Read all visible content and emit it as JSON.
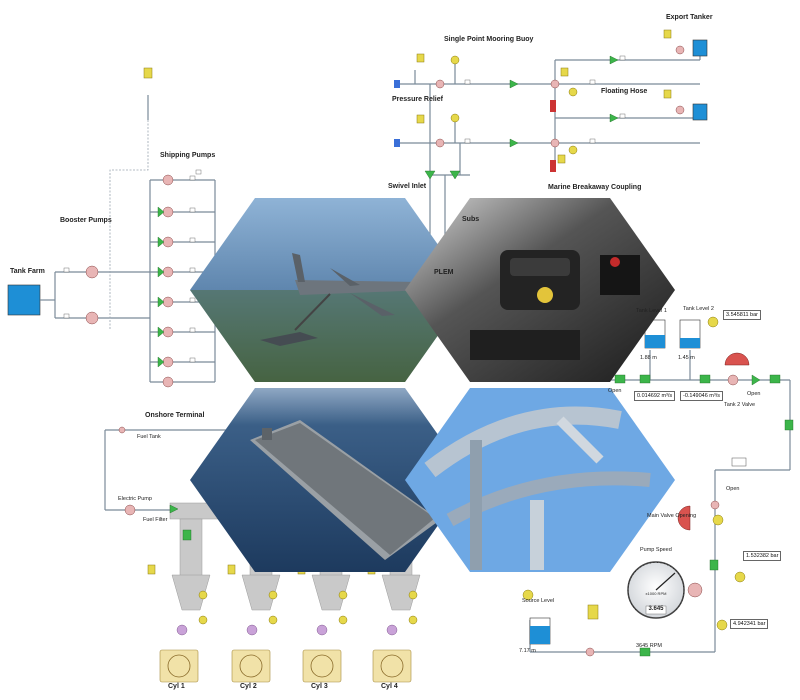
{
  "labels": {
    "export_tanker": "Export Tanker",
    "single_point_mooring_buoy": "Single Point Mooring Buoy",
    "pressure_relief": "Pressure Relief",
    "floating_hose": "Floating Hose",
    "swivel_inlet": "Swivel Inlet",
    "subsea": "Subs",
    "marine_breakaway_coupling": "Marine Breakaway Coupling",
    "shipping_pumps": "Shipping Pumps",
    "booster_pumps": "Booster Pumps",
    "tank_farm": "Tank Farm",
    "plem": "PLEM",
    "onshore_terminal": "Onshore Terminal",
    "fuel_tank": "Fuel Tank",
    "electric_pump": "Electric Pump",
    "fuel_filter": "Fuel Filter",
    "tank_level_1": "Tank Level 1",
    "tank_level_2": "Tank Level 2",
    "tank2_valve": "Tank 2 Valve",
    "open1": "Open",
    "open2": "Open",
    "open3": "Open",
    "main_valve_opening": "Main Valve Opening",
    "pump_speed": "Pump Speed",
    "source_level": "Source Level"
  },
  "readouts": {
    "bar1": "3.545811 bar",
    "level1": "1.88 m",
    "level2": "1.45 m",
    "flow1": "0.014692 m³/s",
    "flow2": "-0.149046 m³/s",
    "bar2": "1.532382 bar",
    "bar3": "4.942341 bar",
    "rpm": "3645 RPM",
    "source_level": "7.17 m",
    "gauge_unit": "x1000 RPM",
    "gauge_value": "3.645"
  },
  "cylinders": [
    "Cyl 1",
    "Cyl 2",
    "Cyl 3",
    "Cyl 4"
  ],
  "colors": {
    "pipe": "#7a8a99",
    "tank": "#1e8fd6",
    "pump": "#d9a0a0",
    "valve": "#3cb54a",
    "sensor": "#e6d84a",
    "source_block": "#3a6fd8"
  }
}
